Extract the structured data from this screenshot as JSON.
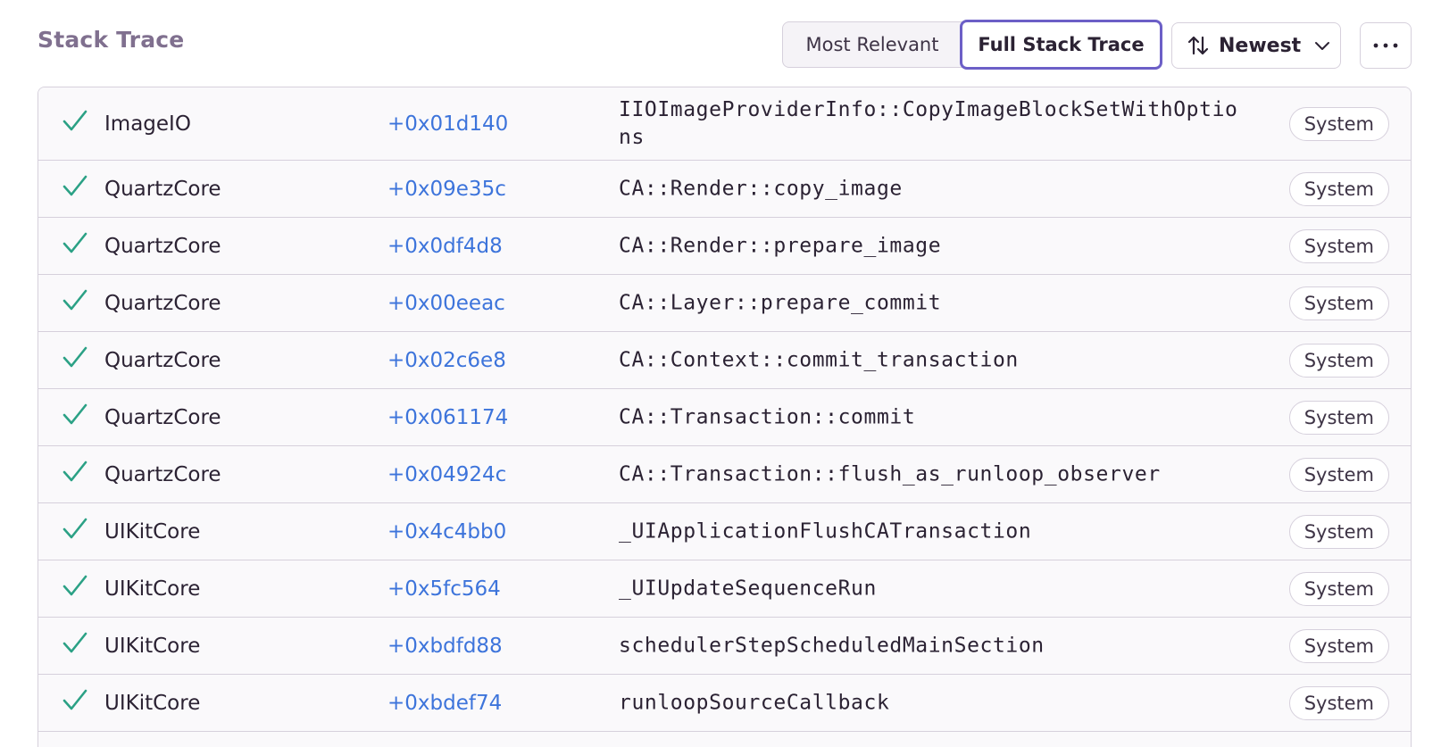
{
  "header": {
    "title": "Stack Trace",
    "display_options": [
      "Most Relevant",
      "Full Stack Trace"
    ],
    "selected_option": "Full Stack Trace",
    "sort_label": "Newest",
    "more_label": "···"
  },
  "colors": {
    "accent": "#6c5fc7",
    "address": "#3d74db",
    "check": "#2ba185",
    "title": "#80708f"
  },
  "frames": [
    {
      "package": "ImageIO",
      "address": "+0x01d140",
      "function": "IIOImageProviderInfo::CopyImageBlockSetWithOptions",
      "badge": "System"
    },
    {
      "package": "QuartzCore",
      "address": "+0x09e35c",
      "function": "CA::Render::copy_image",
      "badge": "System"
    },
    {
      "package": "QuartzCore",
      "address": "+0x0df4d8",
      "function": "CA::Render::prepare_image",
      "badge": "System"
    },
    {
      "package": "QuartzCore",
      "address": "+0x00eeac",
      "function": "CA::Layer::prepare_commit",
      "badge": "System"
    },
    {
      "package": "QuartzCore",
      "address": "+0x02c6e8",
      "function": "CA::Context::commit_transaction",
      "badge": "System"
    },
    {
      "package": "QuartzCore",
      "address": "+0x061174",
      "function": "CA::Transaction::commit",
      "badge": "System"
    },
    {
      "package": "QuartzCore",
      "address": "+0x04924c",
      "function": "CA::Transaction::flush_as_runloop_observer",
      "badge": "System"
    },
    {
      "package": "UIKitCore",
      "address": "+0x4c4bb0",
      "function": "_UIApplicationFlushCATransaction",
      "badge": "System"
    },
    {
      "package": "UIKitCore",
      "address": "+0x5fc564",
      "function": "_UIUpdateSequenceRun",
      "badge": "System"
    },
    {
      "package": "UIKitCore",
      "address": "+0xbdfd88",
      "function": "schedulerStepScheduledMainSection",
      "badge": "System"
    },
    {
      "package": "UIKitCore",
      "address": "+0xbdef74",
      "function": "runloopSourceCallback",
      "badge": "System"
    }
  ]
}
